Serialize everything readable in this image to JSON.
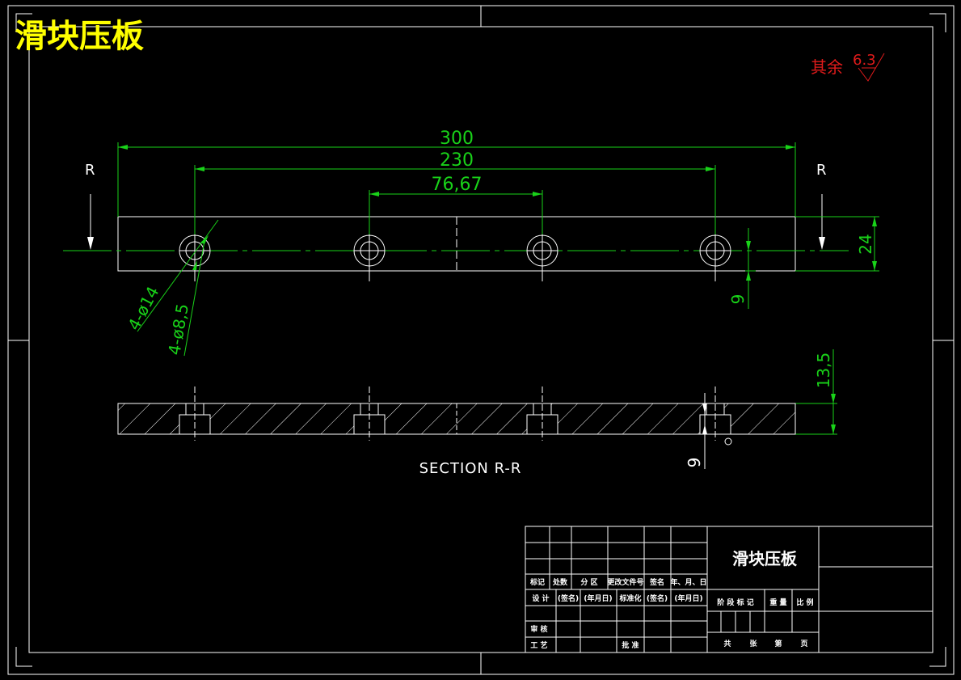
{
  "drawing": {
    "title": "滑块压板",
    "roughness_note": "其余",
    "roughness_value": "6.3"
  },
  "dimensions": {
    "overall_length": "300",
    "hole_span": "230",
    "hole_pitch": "76,67",
    "height": "24",
    "hole_offset": "9",
    "counterbore_note": "4-ø14",
    "hole_note": "4-ø8,5",
    "section_height": "13,5",
    "counterbore_depth": "9"
  },
  "section": {
    "marker_left": "R",
    "marker_right": "R",
    "label": "SECTION R-R"
  },
  "title_block": {
    "part_name": "滑块压板",
    "row_labels": [
      "标记",
      "处数",
      "分 区",
      "更改文件号",
      "签名",
      "年、月、日"
    ],
    "design_row": [
      "设 计",
      "(签名)",
      "(年月日)",
      "标准化",
      "(签名)",
      "(年月日)"
    ],
    "stage_headers": [
      "阶 段 标 记",
      "重 量",
      "比 例"
    ],
    "review_label": "审 核",
    "process_label": "工 艺",
    "approve_label": "批 准",
    "sheet_labels": [
      "共",
      "张",
      "第",
      "页"
    ]
  }
}
